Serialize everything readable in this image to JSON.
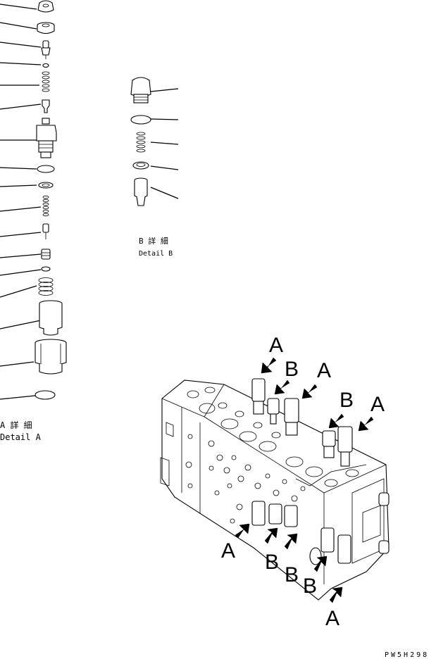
{
  "detail_a": {
    "jp_label": "A 詳 細",
    "en_label": "Detail A"
  },
  "detail_b": {
    "jp_label": "B 詳 細",
    "en_label": "Detail B"
  },
  "callouts": [
    {
      "letter": "A"
    },
    {
      "letter": "B"
    },
    {
      "letter": "A"
    },
    {
      "letter": "B"
    },
    {
      "letter": "A"
    },
    {
      "letter": "A"
    },
    {
      "letter": "B"
    },
    {
      "letter": "B"
    },
    {
      "letter": "B"
    },
    {
      "letter": "A"
    }
  ],
  "figure_code": "PW5H298"
}
